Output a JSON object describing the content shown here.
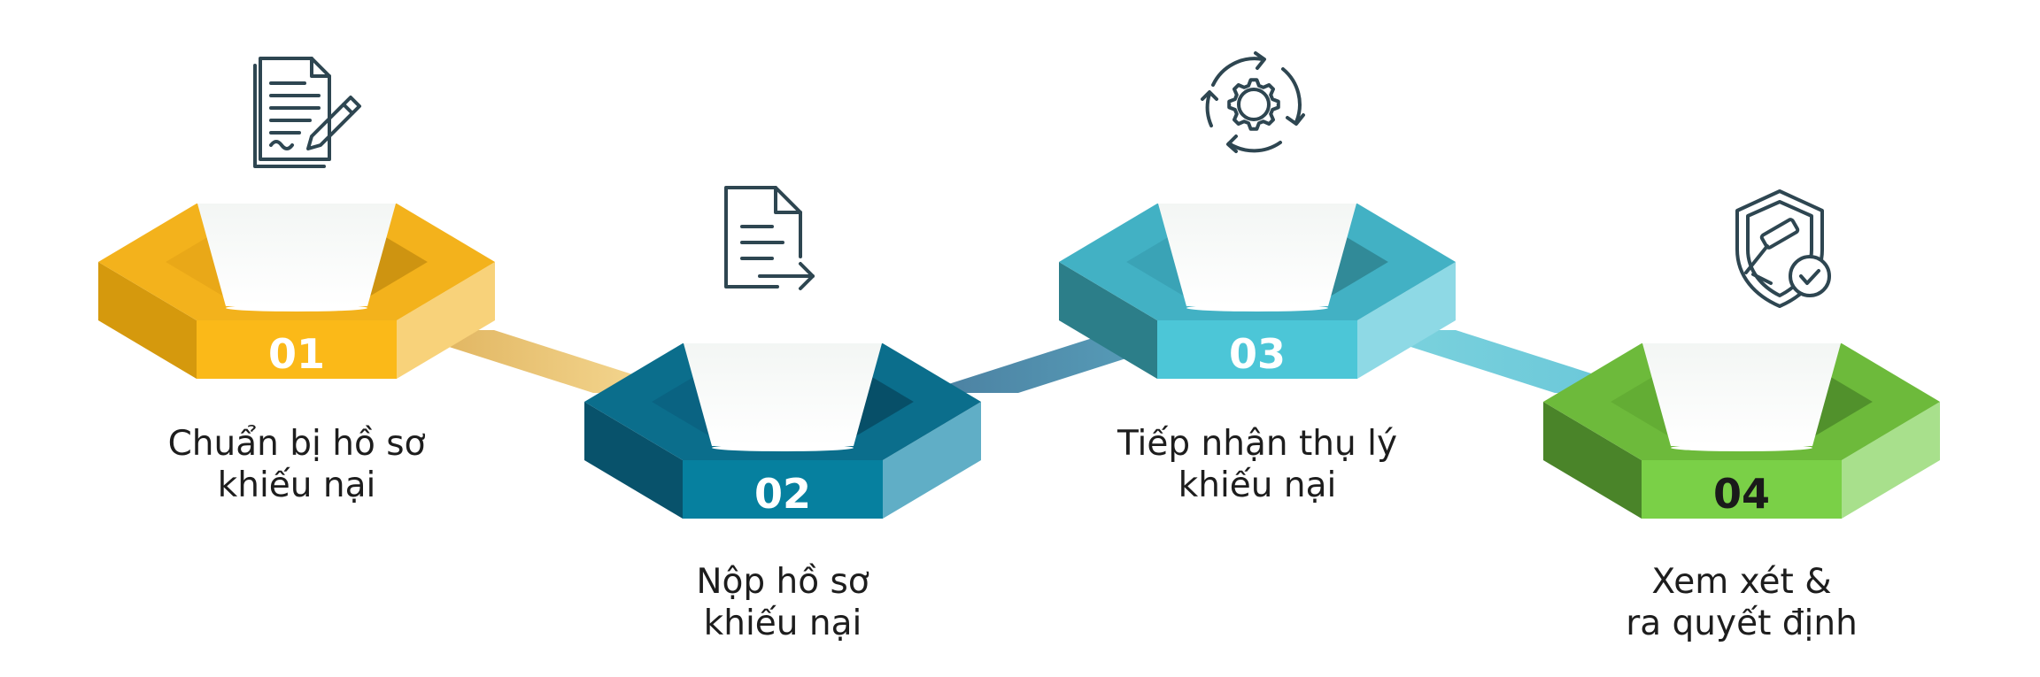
{
  "steps": [
    {
      "number": "01",
      "label_lines": [
        "Chuẩn bị hồ sơ",
        "khiếu nại"
      ],
      "icon": "document-edit-icon",
      "colors": {
        "top": "#F3B21C",
        "top_rim": "#E9A818",
        "left": "#D5990D",
        "front": "#FBB918",
        "right": "#F8D27A",
        "inner_dark": "#B8830C",
        "number": "#ffffff"
      }
    },
    {
      "number": "02",
      "label_lines": [
        "Nộp hồ sơ",
        "khiếu nại"
      ],
      "icon": "file-export-icon",
      "colors": {
        "top": "#0B6E8C",
        "top_rim": "#0A6382",
        "left": "#08526B",
        "front": "#06809F",
        "right": "#60AEC6",
        "inner_dark": "#063F53",
        "number": "#ffffff"
      }
    },
    {
      "number": "03",
      "label_lines": [
        "Tiếp nhận thụ lý",
        "khiếu nại"
      ],
      "icon": "gear-cycle-icon",
      "colors": {
        "top": "#42B1C4",
        "top_rim": "#3AA3B6",
        "left": "#2C7E89",
        "front": "#4CC6D7",
        "right": "#8ED9E5",
        "inner_dark": "#2A7680",
        "number": "#ffffff"
      }
    },
    {
      "number": "04",
      "label_lines": [
        "Xem xét &",
        "ra quyết định"
      ],
      "icon": "gavel-shield-icon",
      "colors": {
        "top": "#6DBA3B",
        "top_rim": "#63AD34",
        "left": "#4A8429",
        "front": "#7AD047",
        "right": "#A8E08C",
        "inner_dark": "#437A26",
        "number": "#1a1a1a"
      }
    }
  ],
  "icon_color": "#2E4651"
}
